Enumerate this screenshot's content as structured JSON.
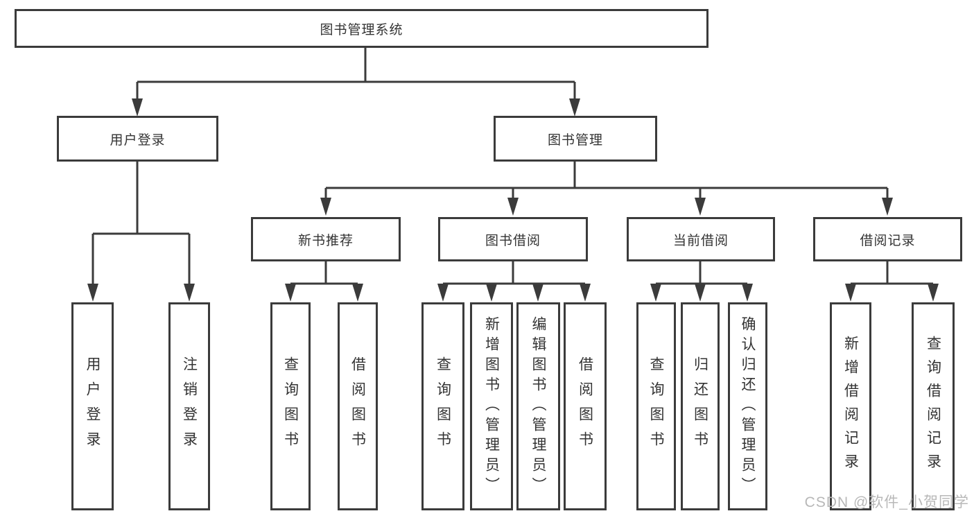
{
  "nodes": {
    "root": "图书管理系统",
    "user_login": "用户登录",
    "book_management": "图书管理",
    "new_book_recommend": "新书推荐",
    "book_borrow": "图书借阅",
    "current_borrow": "当前借阅",
    "borrow_record": "借阅记录",
    "leaf_user_login": "用户登录",
    "leaf_logout": "注销登录",
    "leaf_nbr_query": "查询图书",
    "leaf_nbr_borrow": "借阅图书",
    "leaf_bb_query": "查询图书",
    "leaf_bb_add": "新增图书（管理员）",
    "leaf_bb_edit": "编辑图书（管理员）",
    "leaf_bb_borrow": "借阅图书",
    "leaf_cb_query": "查询图书",
    "leaf_cb_return": "归还图书",
    "leaf_cb_confirm": "确认归还（管理员）",
    "leaf_br_add": "新增借阅记录",
    "leaf_br_query": "查询借阅记录"
  },
  "watermark": "CSDN @软件_小贺同学",
  "colors": {
    "line": "#3b3b3b",
    "text": "#333333",
    "watermark": "#b8b8b8",
    "background": "#ffffff"
  }
}
